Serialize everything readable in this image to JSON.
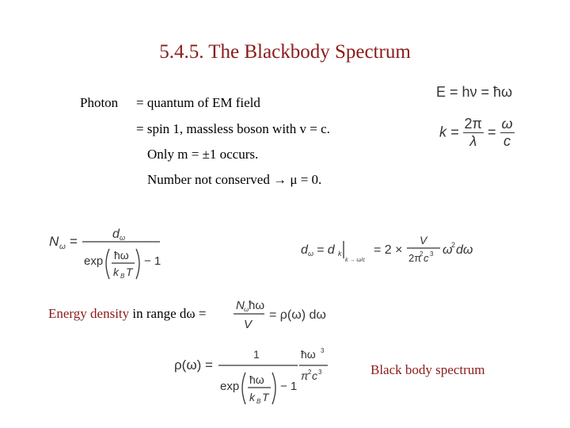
{
  "title": "5.4.5.  The Blackbody Spectrum",
  "photon": {
    "label": "Photon",
    "line1": "= quantum of EM field",
    "line2": "= spin 1, massless boson with v = c.",
    "line3": "Only m = ±1 occurs.",
    "line4": "Number not conserved  →  μ = 0."
  },
  "eq_energy": "E = hν = ħω",
  "eq_k": {
    "lhs": "k =",
    "n1": "2π",
    "d1": "λ",
    "eq": "=",
    "n2": "ω",
    "d2": "c"
  },
  "eq_N": {
    "lhs": "N",
    "sub": "ω",
    "num": "d",
    "numsub": "ω",
    "exp": "exp",
    "hw": "ħω",
    "kb": "k",
    "kbsub": "B",
    "T": "T",
    "minus1": "− 1"
  },
  "eq_d": {
    "lhs": "d",
    "lsub": "ω",
    "mid": "= d",
    "msub": "k",
    "evalsub": "k → ω/c",
    "rhs": "= 2 ×",
    "V": "V",
    "den": "2π",
    "c3": "c",
    "tail": "ω",
    "dw": "dω"
  },
  "energy_density": {
    "highlight": "Energy density",
    "rest": " in range dω = ",
    "num": "N",
    "numsub": "ω",
    "hw": "ħω",
    "den": "V",
    "rhs": "= ρ(ω) dω"
  },
  "eq_rho": {
    "lhs": "ρ(ω) =",
    "one": "1",
    "exp": "exp",
    "hw": "ħω",
    "kb": "k",
    "kbsub": "B",
    "T": "T",
    "minus1": "− 1",
    "hw3": "ħω",
    "p2c3": "π",
    "c": "c"
  },
  "caption": "Black body spectrum"
}
